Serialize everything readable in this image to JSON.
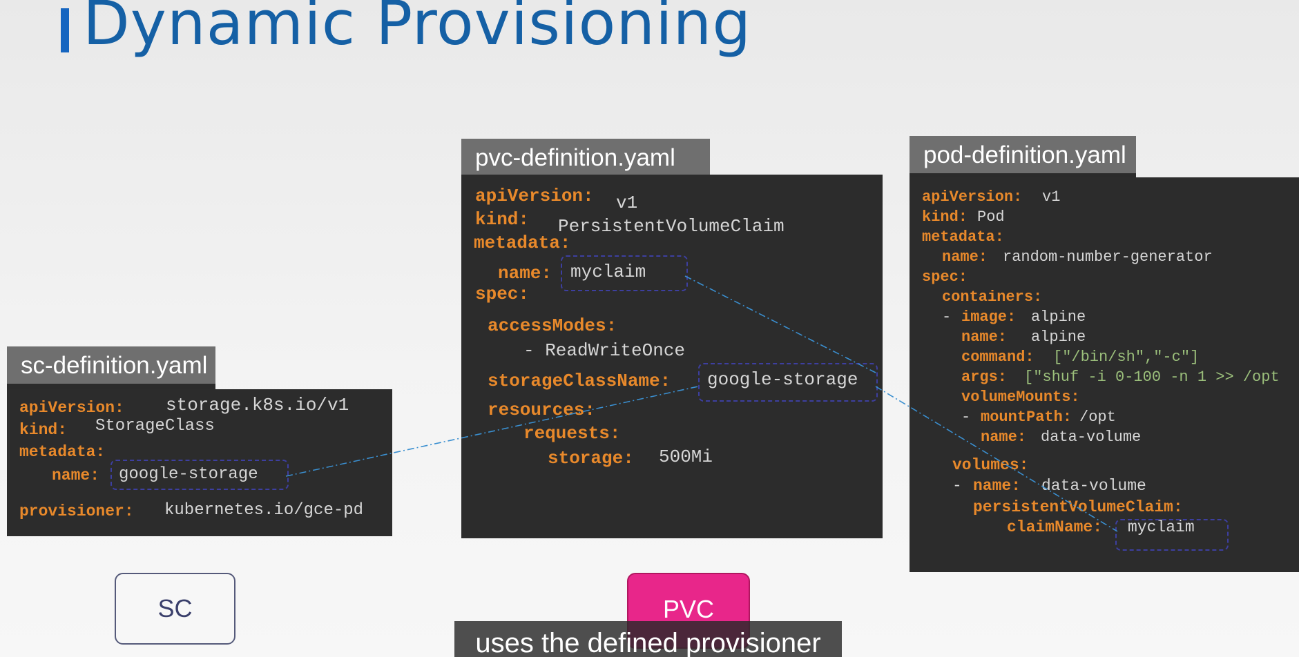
{
  "title": "Dynamic Provisioning",
  "files": {
    "sc": "sc-definition.yaml",
    "pvc": "pvc-definition.yaml",
    "pod": "pod-definition.yaml"
  },
  "sc": {
    "apiVersion_k": "apiVersion:",
    "apiVersion_v": "storage.k8s.io/v1",
    "kind_k": "kind:",
    "kind_v": "StorageClass",
    "metadata_k": "metadata:",
    "name_k": "name:",
    "name_v": "google-storage",
    "provisioner_k": "provisioner:",
    "provisioner_v": "kubernetes.io/gce-pd"
  },
  "pvc": {
    "apiVersion_k": "apiVersion:",
    "apiVersion_v": "v1",
    "kind_k": "kind:",
    "kind_v": "PersistentVolumeClaim",
    "metadata_k": "metadata:",
    "name_k": "name:",
    "name_v": "myclaim",
    "spec_k": "spec:",
    "accessModes_k": "accessModes:",
    "accessModes_v": "- ReadWriteOnce",
    "storageClassName_k": "storageClassName:",
    "storageClassName_v": "google-storage",
    "resources_k": "resources:",
    "requests_k": "requests:",
    "storage_k": "storage:",
    "storage_v": "500Mi"
  },
  "pod": {
    "apiVersion_k": "apiVersion:",
    "apiVersion_v": "v1",
    "kind_k": "kind:",
    "kind_v": "Pod",
    "metadata_k": "metadata:",
    "name_k": "name:",
    "name_v": "random-number-generator",
    "spec_k": "spec:",
    "containers_k": "containers:",
    "image_dash": "- ",
    "image_k": "image:",
    "image_v": "alpine",
    "cname_k": "name:",
    "cname_v": "alpine",
    "command_k": "command:",
    "command_v": "[\"/bin/sh\",\"-c\"]",
    "args_k": "args:",
    "args_v": "[\"shuf -i 0-100 -n 1 >> /opt",
    "volumeMounts_k": "volumeMounts:",
    "mountPath_dash": "- ",
    "mountPath_k": "mountPath:",
    "mountPath_v": "/opt",
    "vmname_k": "name:",
    "vmname_v": "data-volume",
    "volumes_k": "volumes:",
    "volname_dash": "- ",
    "volname_k": "name:",
    "volname_v": "data-volume",
    "pvc_k": "persistentVolumeClaim:",
    "claimName_k": "claimName:",
    "claimName_v": "myclaim"
  },
  "buttons": {
    "sc": "SC",
    "pvc": "PVC"
  },
  "caption": "uses the defined provisioner",
  "colors": {
    "title": "#1560a5",
    "key": "#e8892b",
    "value": "#d6d6d6",
    "string": "#9bbf7b",
    "panel": "#2c2c2c",
    "pvc_button": "#e8268a",
    "link_line": "#3a8fd0"
  }
}
